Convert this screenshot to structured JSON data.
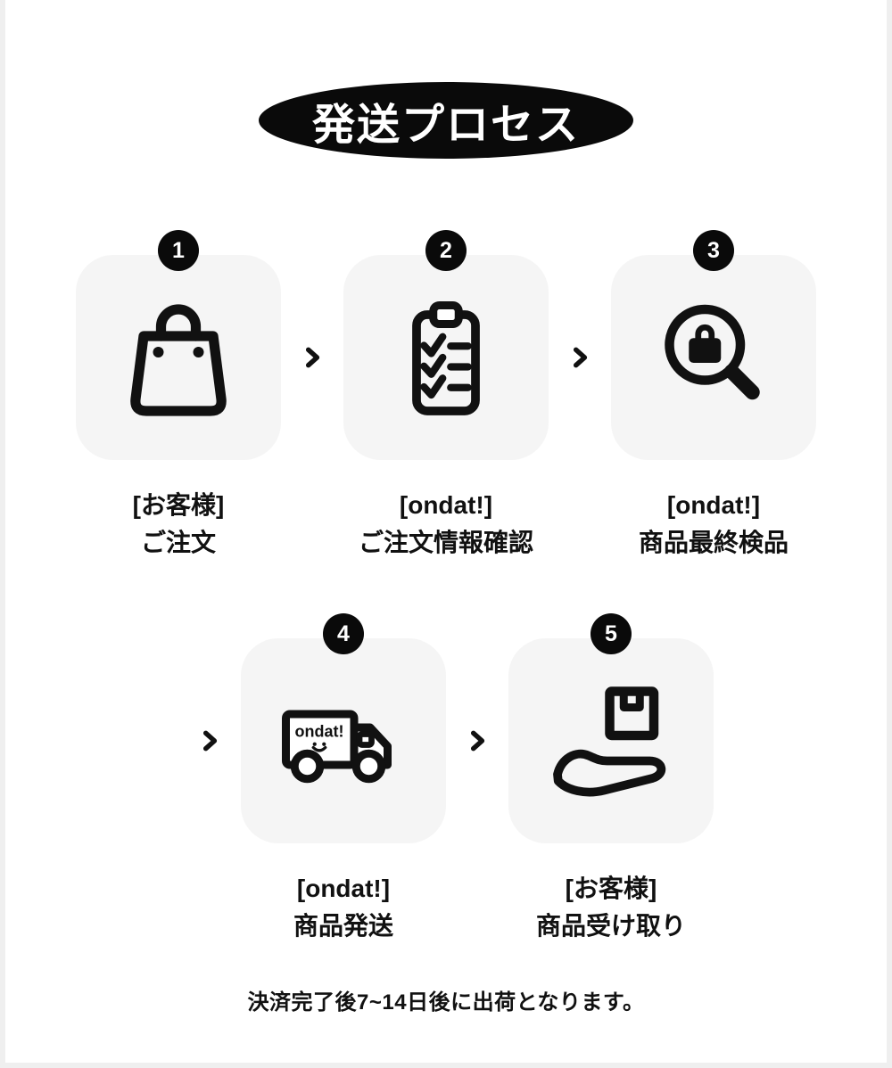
{
  "page": {
    "title": "発送プロセス",
    "footer_note": "決済完了後7~14日後に出荷となります。"
  },
  "arrow_icon": "chevron-right-icon",
  "colors": {
    "accent": "#0a0a0a",
    "tile_background": "#f5f5f5",
    "banner_text": "#ffffff"
  },
  "steps": [
    {
      "number": "1",
      "icon": "shopping-bag-icon",
      "line1": "[お客様]",
      "line2": "ご注文"
    },
    {
      "number": "2",
      "icon": "clipboard-checklist-icon",
      "line1": "[ondat!]",
      "line2": "ご注文情報確認"
    },
    {
      "number": "3",
      "icon": "magnifier-bag-icon",
      "line1": "[ondat!]",
      "line2": "商品最終検品"
    },
    {
      "number": "4",
      "icon": "delivery-truck-icon",
      "line1": "[ondat!]",
      "line2": "商品発送",
      "truck_label": "ondat!"
    },
    {
      "number": "5",
      "icon": "hand-receiving-box-icon",
      "line1": "[お客様]",
      "line2": "商品受け取り"
    }
  ]
}
